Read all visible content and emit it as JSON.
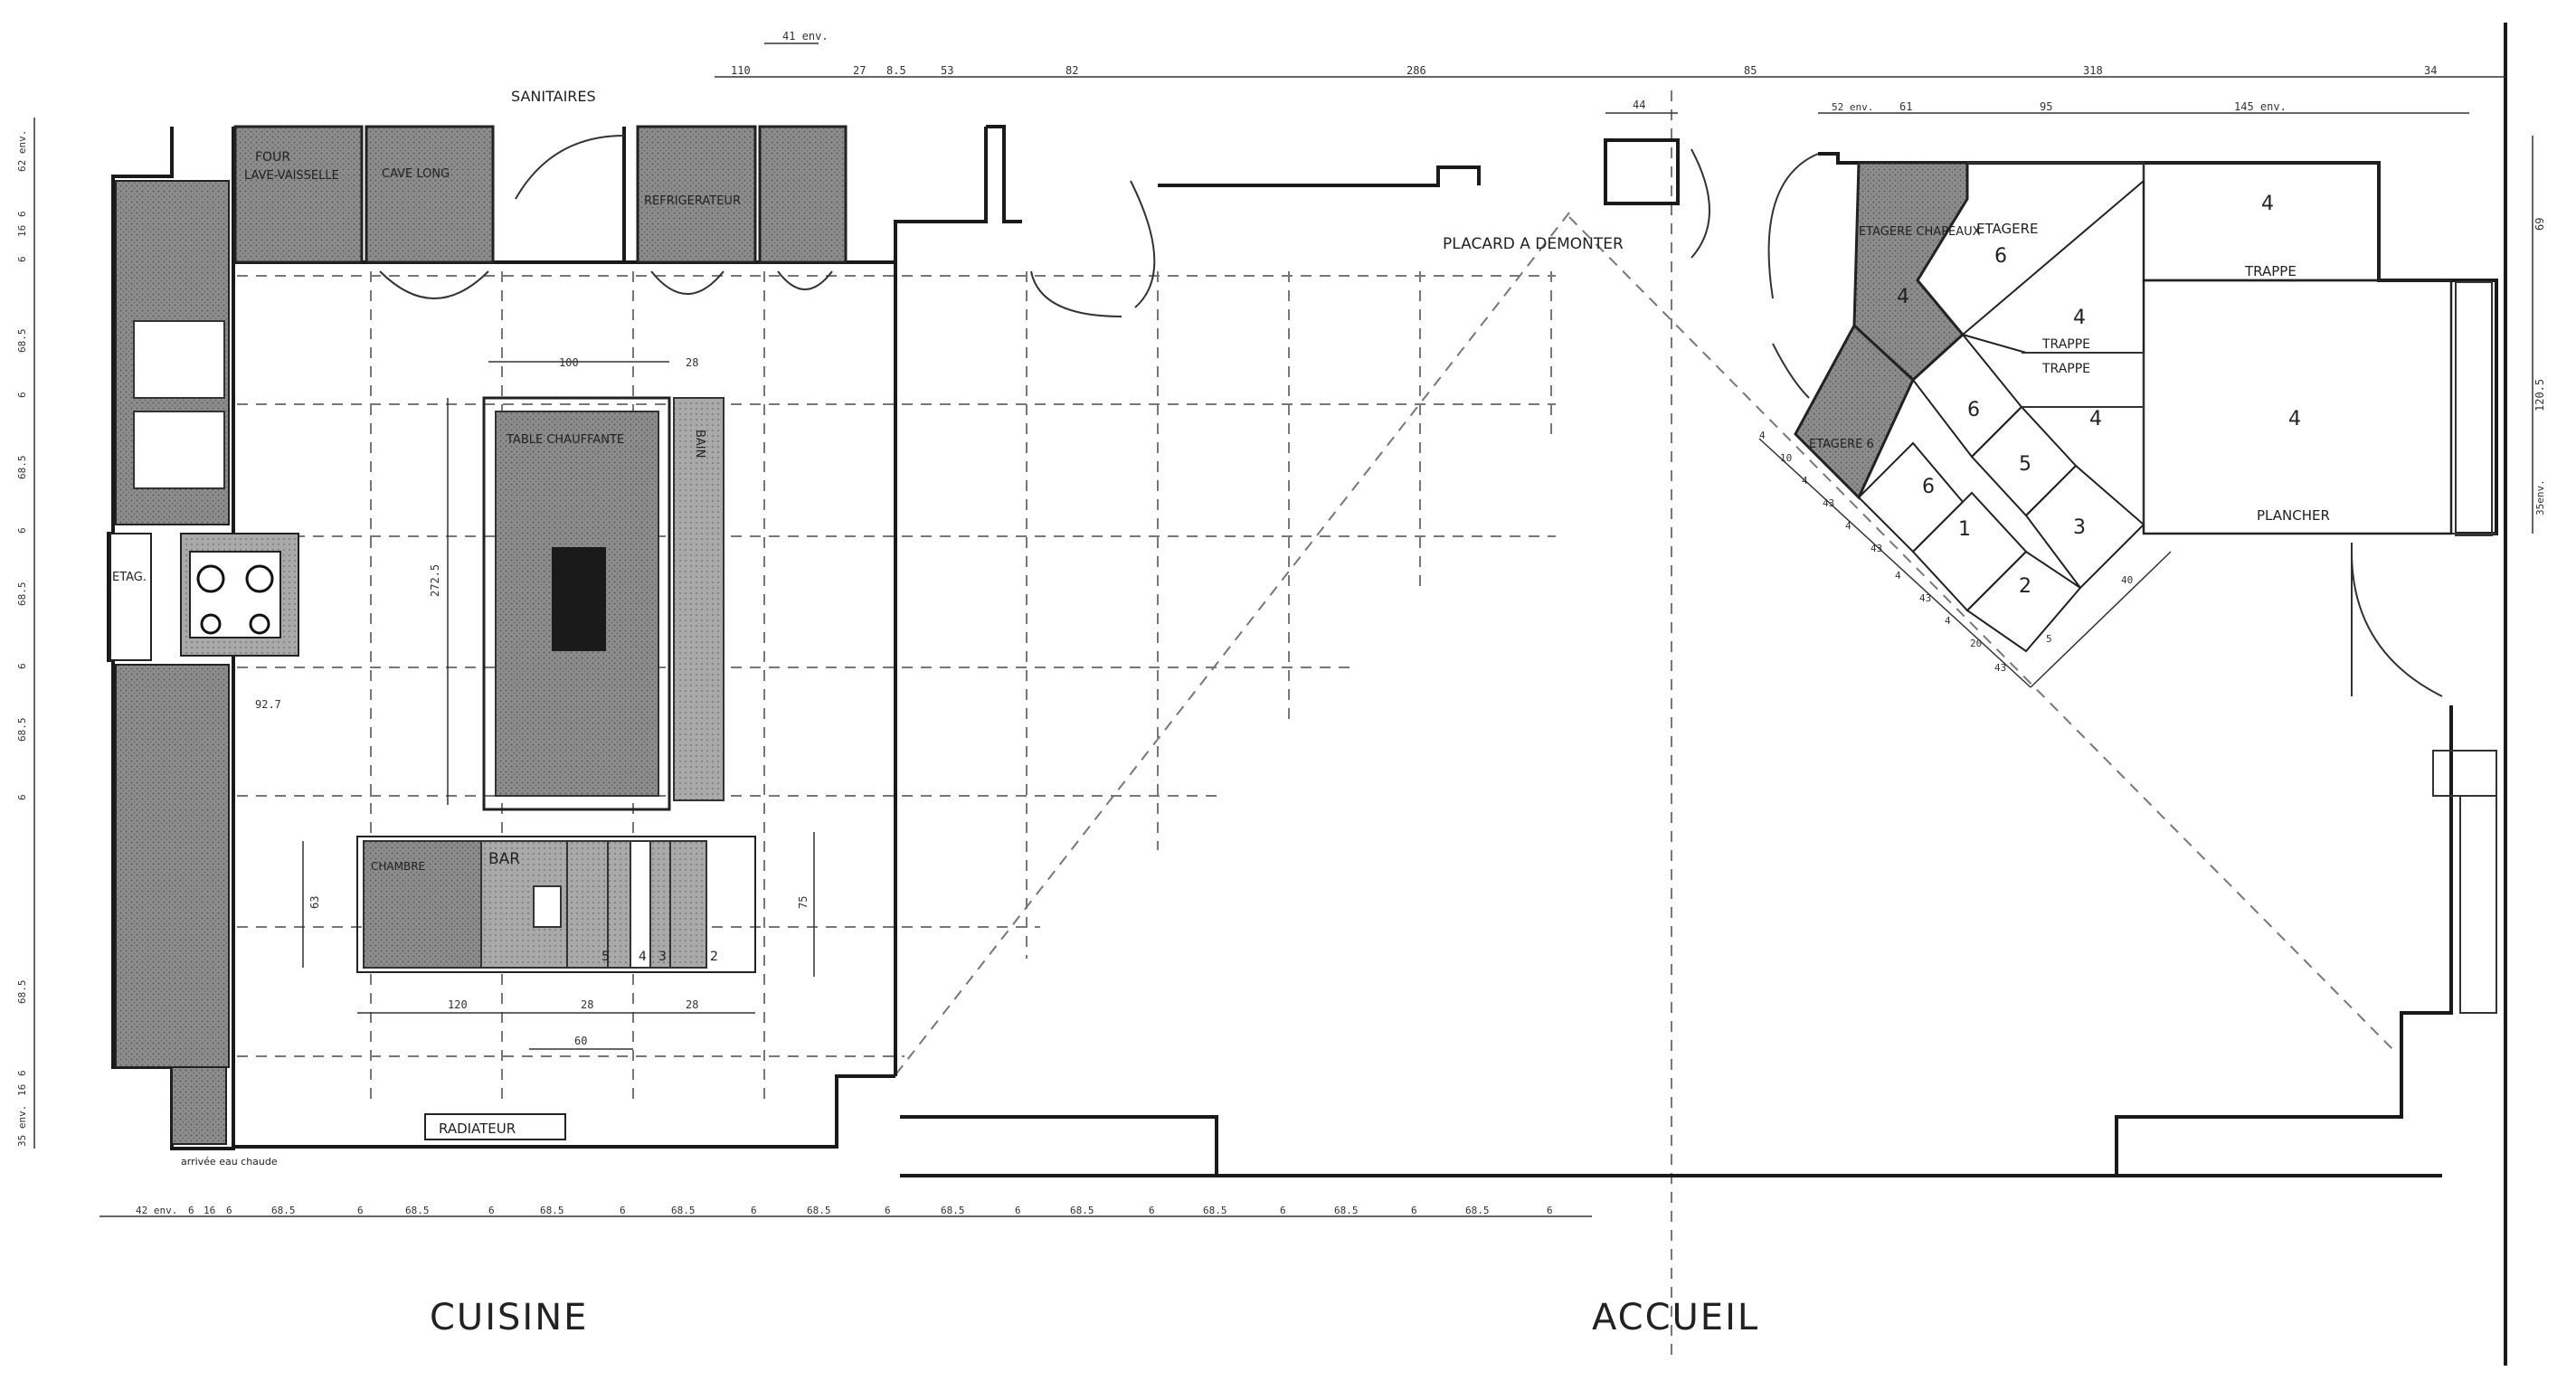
{
  "header": {
    "sanitaires": "SANITAIRES",
    "placard": "PLACARD A DEMONTER"
  },
  "cuisine_labels": {
    "four": "FOUR",
    "lave_vaisselle": "LAVE-VAISSELLE",
    "cave": "CAVE LONG",
    "refrigerateur": "REFRIGERATEUR",
    "etag": "ETAG.",
    "table_chauffante": "TABLE CHAUFFANTE",
    "bain": "BAIN",
    "bar": "BAR",
    "chambre": "CHAMBRE",
    "radiateur": "RADIATEUR",
    "arrivee": "arrivée eau chaude",
    "section_title": "CUISINE",
    "bar_slots": [
      "5",
      "4",
      "3",
      "2"
    ]
  },
  "accueil_labels": {
    "section_title": "ACCUEIL",
    "etagere": "ETAGERE",
    "etagere_chapeaux": "ETAGERE CHAPEAUX",
    "etagere6": "ETAGERE 6",
    "trappe": "TRAPPE",
    "plancher": "PLANCHER",
    "cells": [
      "6",
      "4",
      "4",
      "4",
      "4",
      "6",
      "5",
      "6",
      "1",
      "3",
      "2",
      "4"
    ]
  },
  "top_dims": [
    "41 env.",
    "110",
    "27",
    "8.5",
    "53",
    "82",
    "286",
    "85",
    "318",
    "34"
  ],
  "right_top_dims": [
    "44",
    "52 env.",
    "61",
    "95",
    "145 env."
  ],
  "inner_dims": [
    "100",
    "28",
    "272.5",
    "92.7",
    "63",
    "75",
    "120",
    "28",
    "28",
    "60"
  ],
  "right_side_dims": [
    "69",
    "120.5",
    "35env."
  ],
  "left_dims": [
    "62 env.",
    "6",
    "16",
    "6",
    "68.5",
    "6",
    "68.5",
    "6",
    "68.5",
    "6",
    "68.5",
    "6",
    "68.5",
    "6",
    "16",
    "35 env."
  ],
  "bottom_dims": [
    "42 env.",
    "6",
    "16",
    "6",
    "68.5",
    "6",
    "68.5",
    "6",
    "68.5",
    "6",
    "68.5",
    "6",
    "68.5",
    "6",
    "68.5",
    "6",
    "68.5",
    "6",
    "68.5",
    "6",
    "68.5",
    "6",
    "68.5",
    "6"
  ],
  "diag_dims": [
    "4",
    "10",
    "4",
    "43",
    "4",
    "43",
    "4",
    "43",
    "4",
    "20",
    "43",
    "5",
    "40"
  ]
}
